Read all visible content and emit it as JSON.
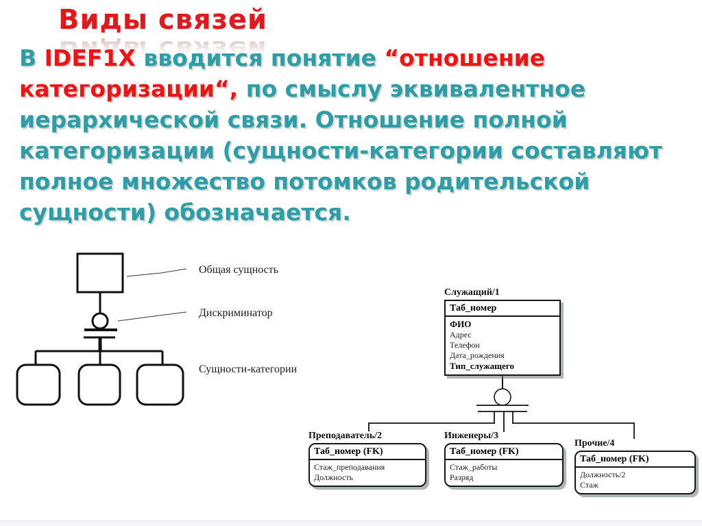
{
  "slide": {
    "title": "Виды связей",
    "colors": {
      "accent_red": "#ea1515",
      "accent_teal": "#2f9da5"
    },
    "paragraph_lines": [
      {
        "segments": [
          {
            "text": "В ",
            "color": "teal"
          },
          {
            "text": "IDEF1X",
            "color": "red"
          },
          {
            "text": " вводится понятие ",
            "color": "teal"
          },
          {
            "text": "“отношение",
            "color": "red"
          }
        ]
      },
      {
        "segments": [
          {
            "text": "категоризации“,",
            "color": "red"
          },
          {
            "text": " по смыслу эквивалентное",
            "color": "teal"
          }
        ]
      },
      {
        "segments": [
          {
            "text": "иерархической связи. Отношение полной",
            "color": "teal"
          }
        ]
      },
      {
        "segments": [
          {
            "text": "категоризации (сущности-категории составляют",
            "color": "teal"
          }
        ]
      },
      {
        "segments": [
          {
            "text": "полное множество потомков родительской",
            "color": "teal"
          }
        ]
      },
      {
        "segments": [
          {
            "text": "сущности) обозначается.",
            "color": "teal"
          }
        ]
      }
    ]
  },
  "notation_legend": {
    "general_entity_label": "Общая сущность",
    "discriminator_label": "Дискриминатор",
    "category_entities_label": "Сущности-категории"
  },
  "er_diagram": {
    "parent": {
      "title": "Служащий/1",
      "key": "Таб_номер",
      "attributes": [
        "ФИО",
        "Адрес",
        "Телефон",
        "Дата_рождения",
        "Тип_служащего"
      ]
    },
    "children": [
      {
        "title": "Преподаватель/2",
        "key": "Таб_номер (FK)",
        "attributes": [
          "Стаж_преподавания",
          "Должность"
        ]
      },
      {
        "title": "Инженеры/3",
        "key": "Таб_номер (FK)",
        "attributes": [
          "Стаж_работы",
          "Разряд"
        ]
      },
      {
        "title": "Прочие/4",
        "key": "Таб_номер (FK)",
        "attributes": [
          "Должность/2",
          "Стаж"
        ]
      }
    ]
  }
}
